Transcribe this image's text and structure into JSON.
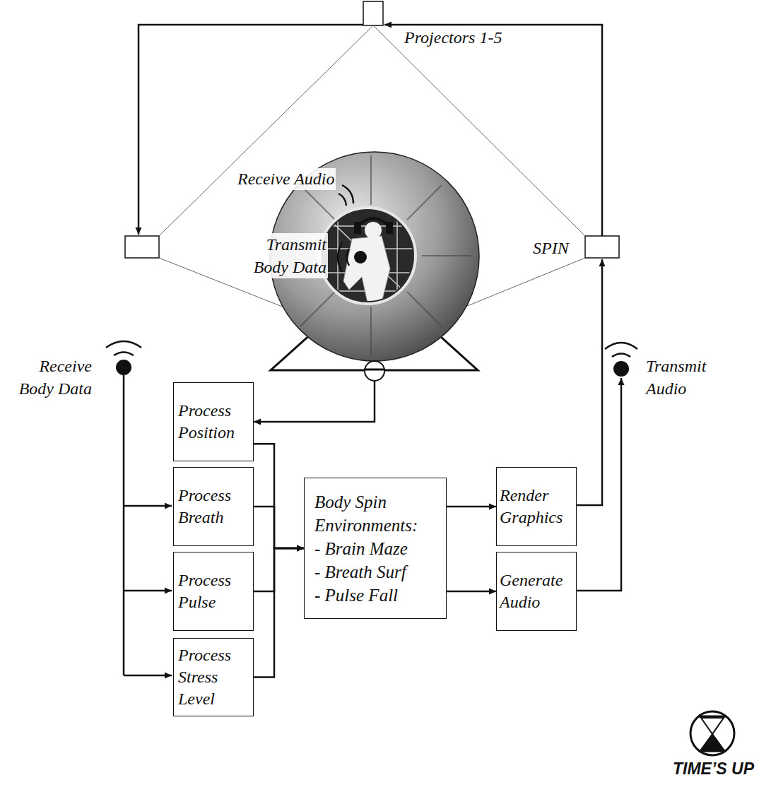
{
  "diagram": {
    "nodes": [
      {
        "text": [
          "Process Position"
        ]
      },
      {
        "text": [
          "Process Breath"
        ]
      },
      {
        "text": [
          "Process Pulse"
        ]
      },
      {
        "text": [
          "Process Stress Level"
        ]
      },
      {
        "text": [
          "Body Spin Environments:",
          "- Brain Maze",
          "- Breath Surf",
          "- Pulse Fall"
        ]
      },
      {
        "text": [
          "Render Graphics"
        ]
      },
      {
        "text": [
          "Generate Audio"
        ]
      }
    ],
    "edges": [
      {
        "from": 0,
        "to": 4,
        "arrow": "to"
      },
      {
        "from": 1,
        "to": 4,
        "arrow": "to"
      },
      {
        "from": 2,
        "to": 4,
        "arrow": "to"
      },
      {
        "from": 3,
        "to": 4,
        "arrow": "to"
      },
      {
        "from": 4,
        "to": 5,
        "arrow": "to"
      },
      {
        "from": 4,
        "to": 6,
        "arrow": "to"
      }
    ],
    "labels": [
      "Projectors 1-5",
      "Receive Audio",
      "Transmit Body Data",
      "SPIN",
      "Receive Body Data",
      "Transmit Audio",
      "TIME’S UP"
    ]
  }
}
